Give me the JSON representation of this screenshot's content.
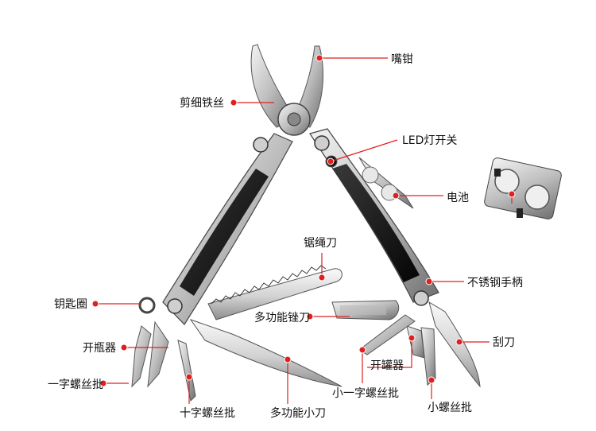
{
  "labels": {
    "needle_nose_pliers": "嘴钳",
    "wire_cutter": "剪细铁丝",
    "led_switch": "LED灯开关",
    "battery": "电池",
    "stainless_handle": "不锈钢手柄",
    "saw_knife": "锯绳刀",
    "multi_file": "多功能锉刀",
    "scraper": "刮刀",
    "key_ring": "钥匙圈",
    "bottle_opener": "开瓶器",
    "can_opener": "开罐器",
    "flat_screwdriver": "一字螺丝批",
    "phillips_screwdriver": "十字螺丝批",
    "multi_knife": "多功能小刀",
    "small_flat_screwdriver": "小一字螺丝批",
    "small_screwdriver": "小螺丝批"
  },
  "colors": {
    "callout_line": "#e02020",
    "callout_dot": "#e02020",
    "steel_light": "#e6e6e6",
    "steel_dark": "#8a8a8a",
    "handle_insert": "#141414"
  }
}
